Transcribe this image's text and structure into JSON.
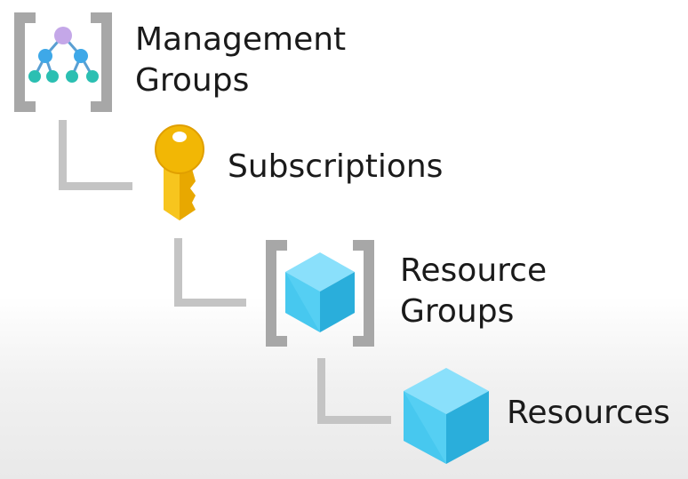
{
  "hierarchy": [
    {
      "line1": "Management",
      "line2": "Groups",
      "icon": "management-groups-icon"
    },
    {
      "line1": "Subscriptions",
      "icon": "key-icon"
    },
    {
      "line1": "Resource",
      "line2": "Groups",
      "icon": "resource-group-icon"
    },
    {
      "line1": "Resources",
      "icon": "cube-icon"
    }
  ],
  "colors": {
    "bracket": "#a7a7a7",
    "connector": "#c4c4c4",
    "node_top": "#c4a7e8",
    "node_mid": "#3ea8e8",
    "node_leaf": "#2bbfb2",
    "key": "#f2b705",
    "cube": "#3fc2ec"
  }
}
